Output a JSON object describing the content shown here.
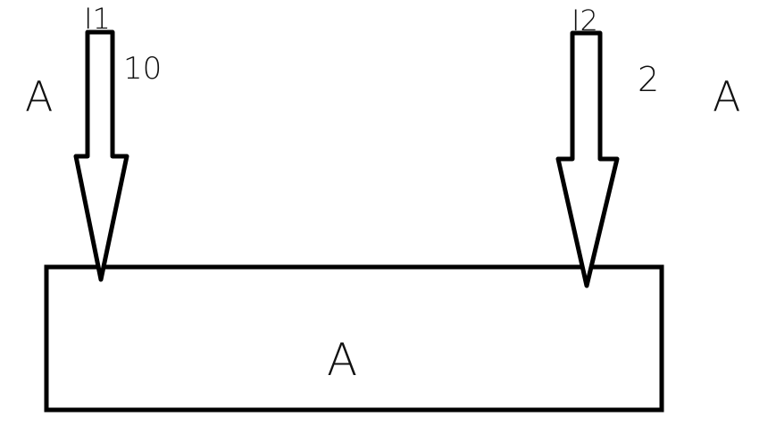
{
  "diagram": {
    "arrow_left": {
      "name": "I1",
      "value": "10"
    },
    "arrow_right": {
      "name": "I2",
      "value": "2"
    },
    "left_unit": "A",
    "right_unit": "A",
    "box_label": "A"
  },
  "colors": {
    "stroke": "#000000",
    "background": "#ffffff"
  }
}
